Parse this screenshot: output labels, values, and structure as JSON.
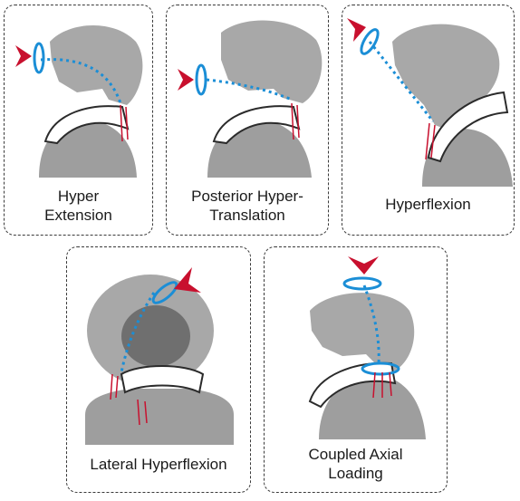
{
  "panels": [
    {
      "caption": "Hyper\nExtension"
    },
    {
      "caption": "Posterior Hyper-\nTranslation"
    },
    {
      "caption": "Hyperflexion"
    },
    {
      "caption": "Lateral Hyperflexion"
    },
    {
      "caption": "Coupled Axial\nLoading"
    }
  ],
  "colors": {
    "silhouette": "#9e9e9e",
    "helmet": "#a8a8a8",
    "brace_outline": "#2b2b2b",
    "force_arrow": "#c8102e",
    "impact_ring": "#1b8ed6",
    "motion_path": "#1b8ed6"
  },
  "icons": {
    "force": "red-chevron-arrow-icon",
    "impact": "blue-spiral-target-icon",
    "path": "dotted-motion-path-icon"
  }
}
